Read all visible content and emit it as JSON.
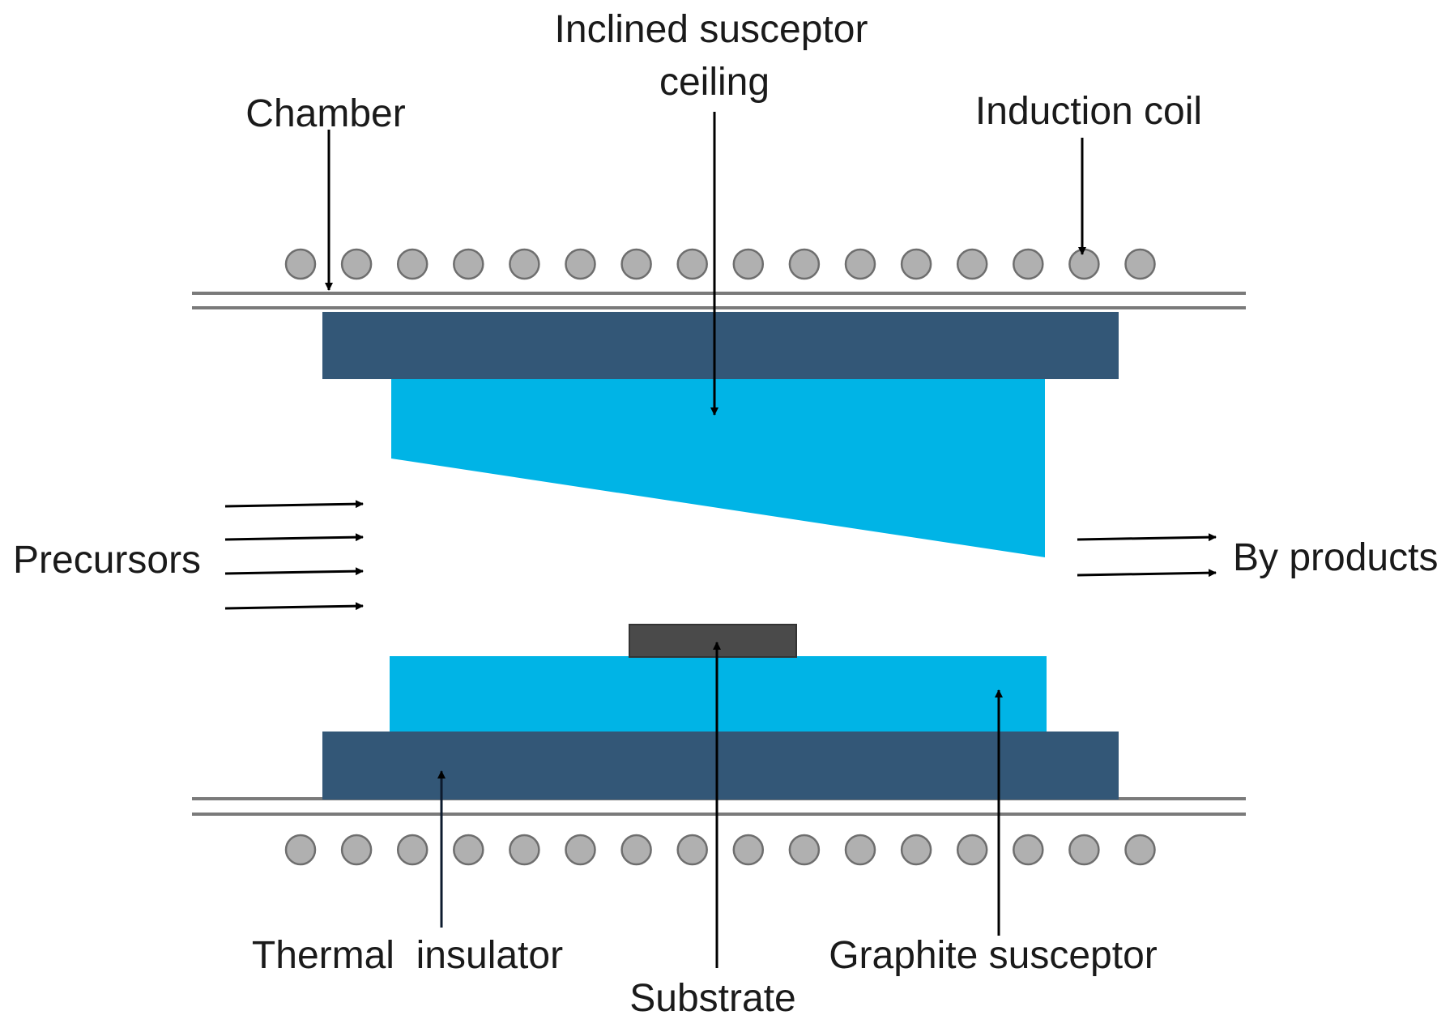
{
  "labels": {
    "ceiling_line1": "Inclined susceptor",
    "ceiling_line2": "ceiling",
    "chamber": "Chamber",
    "induction_coil": "Induction coil",
    "precursors": "Precursors",
    "by_products": "By products",
    "thermal_insulator": "Thermal  insulator",
    "substrate": "Substrate",
    "graphite_susceptor": "Graphite susceptor"
  },
  "colors": {
    "insulator": "#335777",
    "susceptor": "#00b4e6",
    "substrate": "#4a4a4a",
    "coil_fill": "#b0b0b0",
    "coil_stroke": "#6e6e6e",
    "chamber_wall": "#7a7a7a",
    "arrow": "#000000",
    "insulator_pointer": "#0d1b2e"
  },
  "icons": {
    "coil": "circle",
    "arrow": "triangle-arrowhead"
  },
  "coil_turns_per_row": 16
}
